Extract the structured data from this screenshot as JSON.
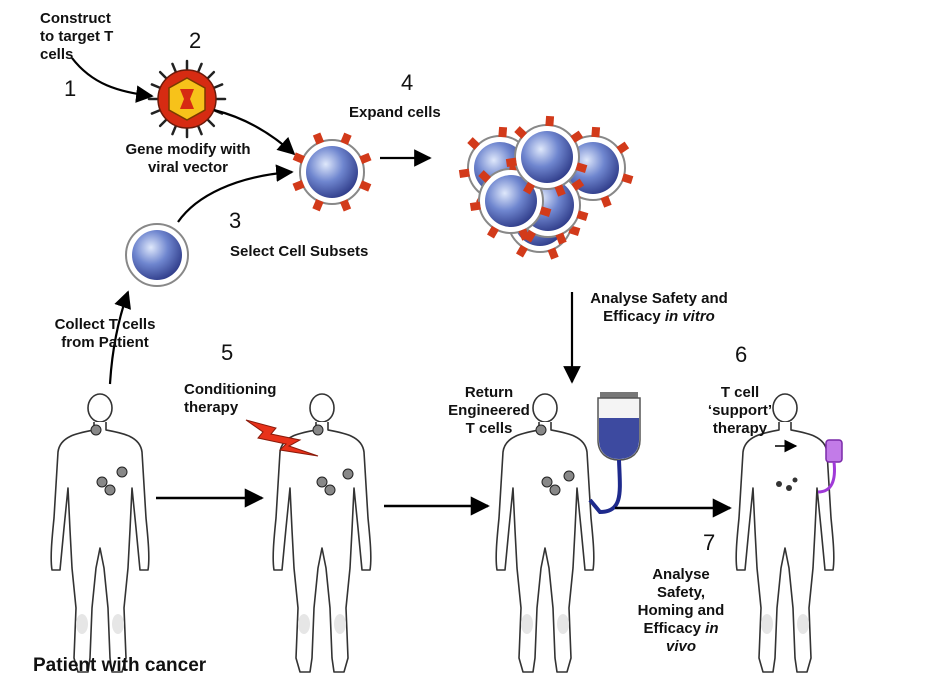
{
  "steps": {
    "s1": {
      "num": "1",
      "line1": "Construct",
      "line2": "to target T",
      "line3": "cells"
    },
    "s2": {
      "num": "2",
      "line1": "Gene modify with",
      "line2": "viral vector"
    },
    "s3": {
      "num": "3",
      "line1": "Select Cell Subsets"
    },
    "s4": {
      "num": "4",
      "line1": "Expand cells"
    },
    "s5": {
      "num": "5",
      "line1": "Conditioning",
      "line2": "therapy"
    },
    "s6": {
      "num": "6",
      "line1": "T cell",
      "line2": "‘support’",
      "line3": "therapy"
    },
    "s7": {
      "num": "7",
      "line1": "Analyse",
      "line2": "Safety,",
      "line3": "Homing and",
      "line4a": "Efficacy ",
      "line4b": "in",
      "line5": "vivo"
    }
  },
  "collect": {
    "line1": "Collect T cells",
    "line2": "from Patient"
  },
  "analyse_vitro": {
    "line1": "Analyse Safety and",
    "line2a": "Efficacy ",
    "line2b": "in vitro"
  },
  "return": {
    "line1": "Return",
    "line2": "Engineered",
    "line3": "T cells"
  },
  "caption": "Patient with cancer",
  "colors": {
    "cell_core": "#2f3d9a",
    "cell_highlight": "#c8d6f4",
    "receptor": "#d23a1a",
    "virus_outer": "#d62b12",
    "virus_inner": "#f7c21a",
    "bolt": "#e8321a",
    "bag": "#3d4aa0",
    "tube": "#1e2a8c",
    "support_bag": "#a03ad8"
  }
}
